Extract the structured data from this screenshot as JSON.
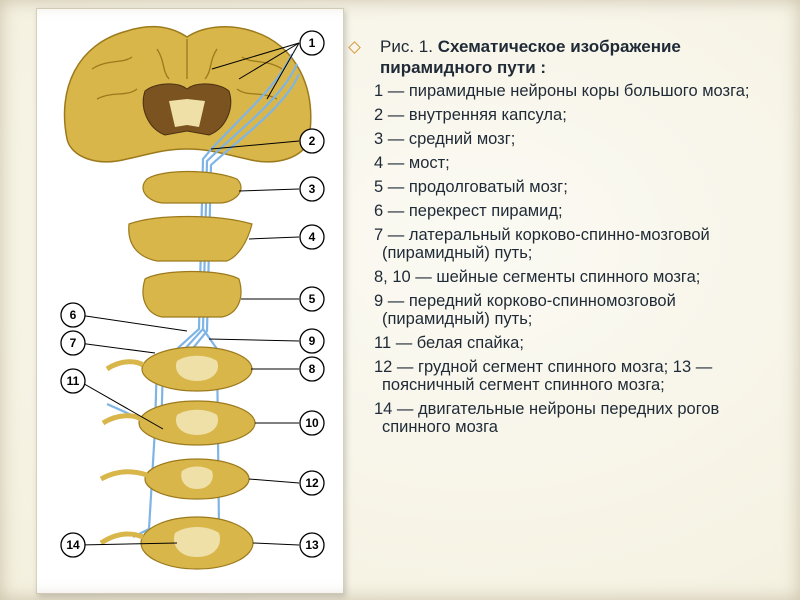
{
  "caption": {
    "figure_number": "Рис. 1.",
    "figure_title": "Схематическое изображение пирамидного пути :"
  },
  "legend": [
    "1 — пирамидные нейроны коры большого мозга;",
    "2 — внутренняя капсула;",
    "3 — средний мозг;",
    "4 — мост;",
    "5 — продолговатый мозг;",
    "6 — перекрест пирамид;",
    "7 — латеральный корково-спинно-мозговой (пирамидный) путь;",
    "8, 10 — шейные сегменты спинного мозга;",
    "9 — передний корково-спинномозговой (пирамидный) путь;",
    "11 — белая спайка;",
    "12 — грудной сегмент спинного мозга; 13 — поясничный сегмент спинного мозга;",
    "14 — двигательные нейроны передних рогов спинного мозга"
  ],
  "diagram": {
    "right_labels": [
      "1",
      "2",
      "3",
      "4",
      "5",
      "9",
      "8",
      "10",
      "12",
      "13"
    ],
    "left_labels": [
      "6",
      "7",
      "11",
      "14"
    ]
  },
  "colors": {
    "tissue": "#d8b64a",
    "tissue_dark": "#9c7a1c",
    "gray_matter": "#efe0a8",
    "tract": "#7fb4e6",
    "bullet": "#d79a3c",
    "text": "#1f2a36"
  }
}
